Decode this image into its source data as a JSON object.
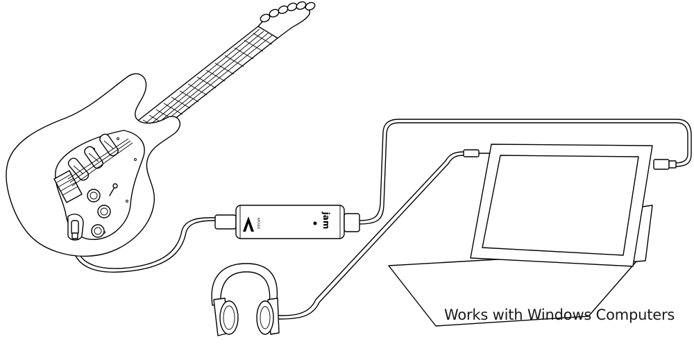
{
  "caption": "Works with Windows Computers",
  "device": {
    "brand": "APOGEE",
    "model": "jam"
  },
  "colors": {
    "stroke": "#000000",
    "background": "#ffffff",
    "caption_text": "#1a1a1a"
  }
}
